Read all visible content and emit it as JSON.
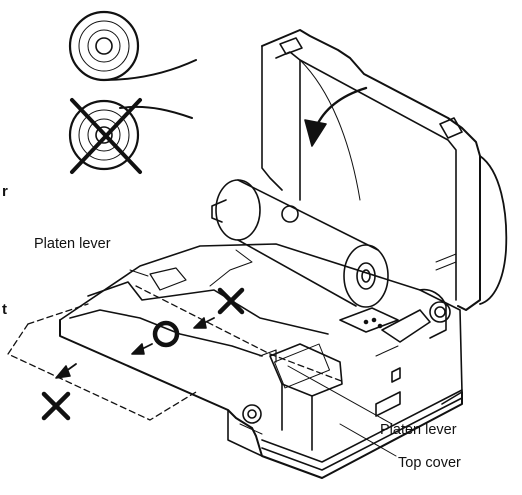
{
  "labels": {
    "platen_lever_left": "Platen lever",
    "platen_lever_right": "Platen lever",
    "top_cover": "Top cover"
  },
  "edge_fragments": {
    "upper": "r",
    "lower": "t"
  },
  "marks": {
    "correct": "correct-circle-mark",
    "wrong": "wrong-x-mark"
  }
}
